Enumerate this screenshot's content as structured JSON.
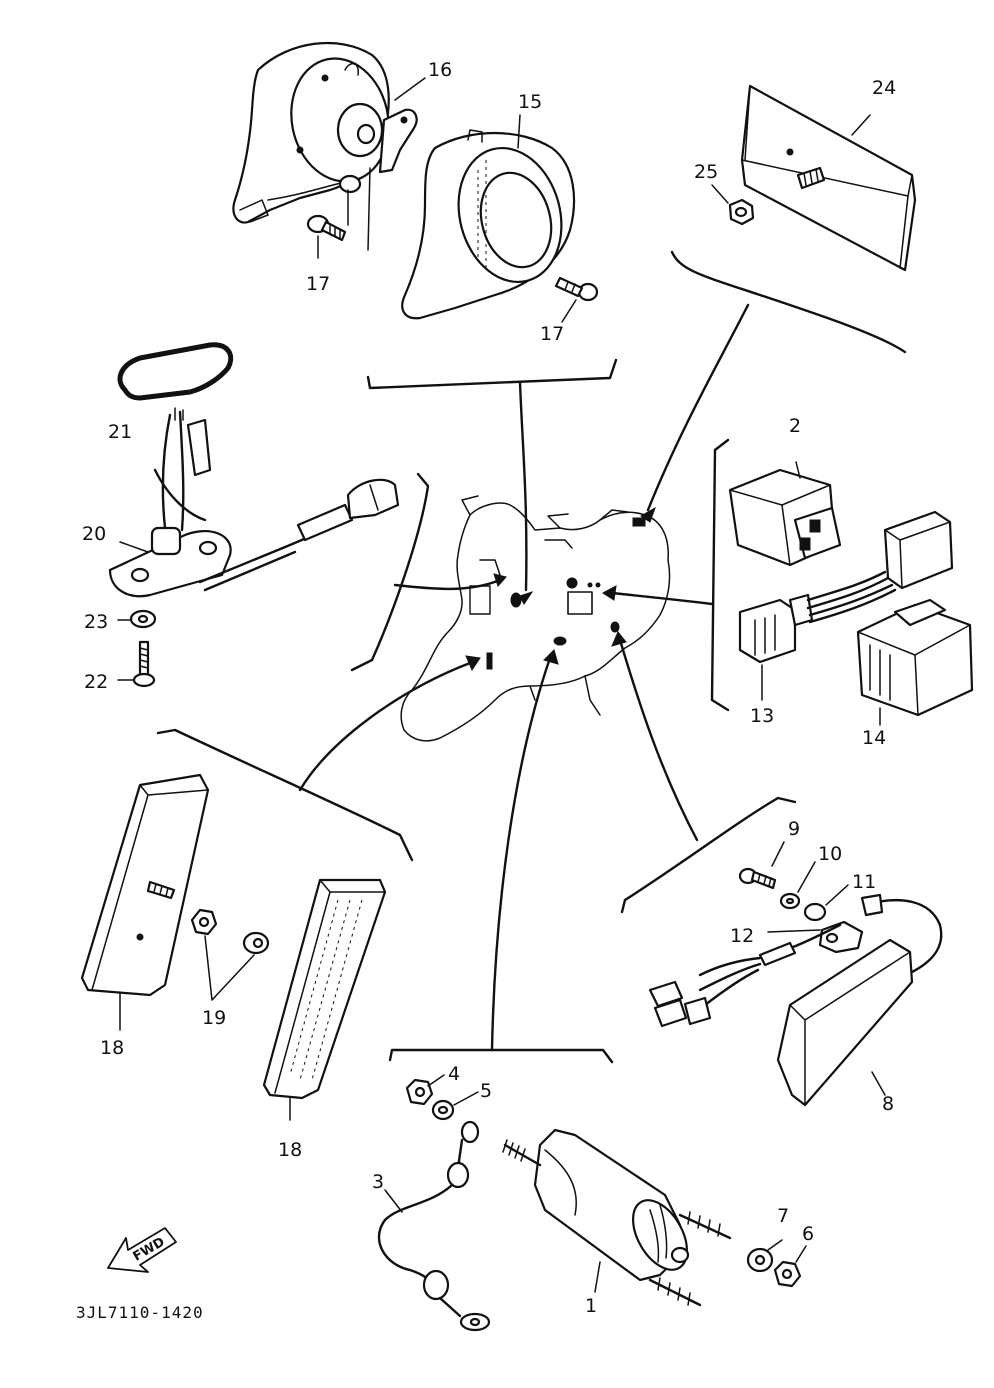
{
  "callouts": {
    "c1": "1",
    "c2": "2",
    "c3": "3",
    "c4": "4",
    "c5": "5",
    "c6": "6",
    "c7": "7",
    "c8": "8",
    "c9": "9",
    "c10": "10",
    "c11": "11",
    "c12": "12",
    "c13": "13",
    "c14": "14",
    "c15": "15",
    "c16": "16",
    "c17a": "17",
    "c17b": "17",
    "c18a": "18",
    "c18b": "18",
    "c19": "19",
    "c20": "20",
    "c21": "21",
    "c22": "22",
    "c23": "23",
    "c24": "24",
    "c25": "25"
  },
  "direction_label": "FWD",
  "diagram_code": "3JL7110-1420"
}
